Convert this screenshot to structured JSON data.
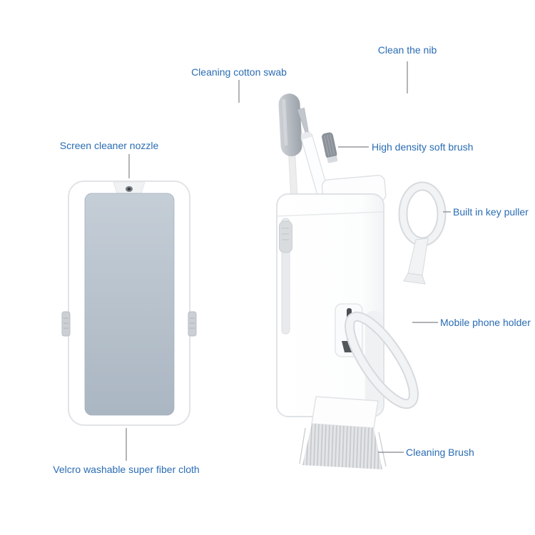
{
  "page": {
    "background": "#ffffff"
  },
  "colors": {
    "label_text": "#2a6cb3",
    "callout_line": "#808489",
    "cloth_panel": "#b4bfca",
    "swab_tip": "#aab0b8",
    "soft_brush_head": "#8b9198",
    "keycap_slot": "#4b4f54",
    "device_body": "#ffffff",
    "device_outline": "#e1e4e7"
  },
  "labels": {
    "clean_nib": "Clean the nib",
    "cotton_swab": "Cleaning cotton swab",
    "screen_nozzle": "Screen cleaner nozzle",
    "soft_brush": "High density soft brush",
    "key_puller": "Built in key puller",
    "phone_holder": "Mobile phone holder",
    "cleaning_brush": "Cleaning Brush",
    "fiber_cloth": "Velcro washable super fiber cloth"
  }
}
